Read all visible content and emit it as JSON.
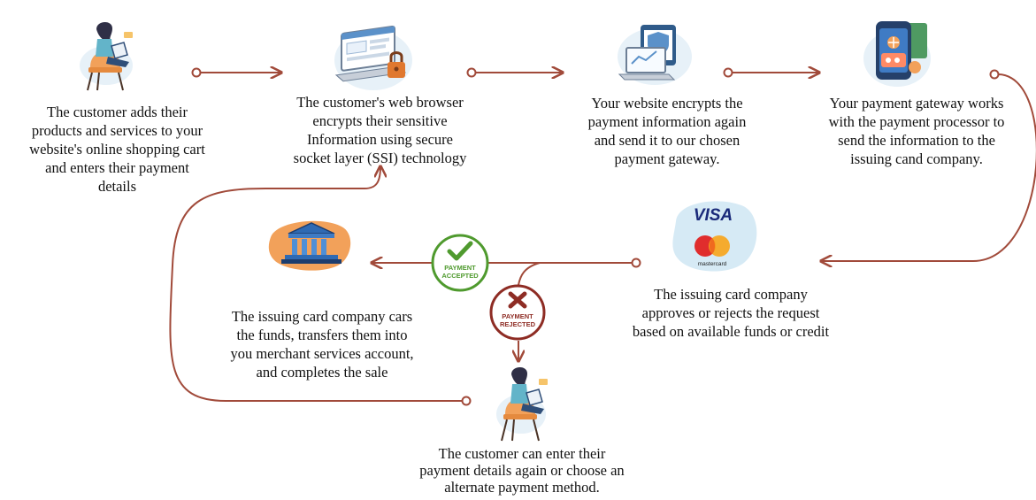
{
  "colors": {
    "arrow": "#a14a3a",
    "accepted": "#4f9a2e",
    "rejected": "#8e2c24",
    "blob": "#e7f1f8",
    "orange": "#f2a15a"
  },
  "steps": {
    "step1": "The customer adds their\nproducts and services to your\nwebsite's online shopping cart\nand enters their payment\ndetails",
    "step2": "The customer's web browser\nencrypts their sensitive\nInformation using secure\nsocket layer (SSI) technology",
    "step3": "Your website encrypts the\npayment information again\nand send it to our chosen\npayment gateway.",
    "step4": "Your payment gateway works\nwith the payment processor to\nsend the information to the\nissuing cand company.",
    "step5": "The issuing card company\napproves or rejects the request\nbased on available funds or credit",
    "step6": "The issuing card company cars\nthe funds, transfers them into\nyou merchant services account,\nand completes the sale",
    "step7": "The customer can enter their\npayment details again or choose an\nalternate payment method."
  },
  "badges": {
    "accepted_line1": "PAYMENT",
    "accepted_line2": "ACCEPTED",
    "rejected_line1": "PAYMENT",
    "rejected_line2": "REJECTED"
  },
  "card_brands": {
    "visa": "VISA",
    "mastercard": "mastercard"
  },
  "icons": [
    "customer-laptop-icon",
    "browser-lock-icon",
    "website-shield-icon",
    "payment-gateway-phone-icon",
    "bank-icon",
    "visa-mastercard-icon"
  ]
}
